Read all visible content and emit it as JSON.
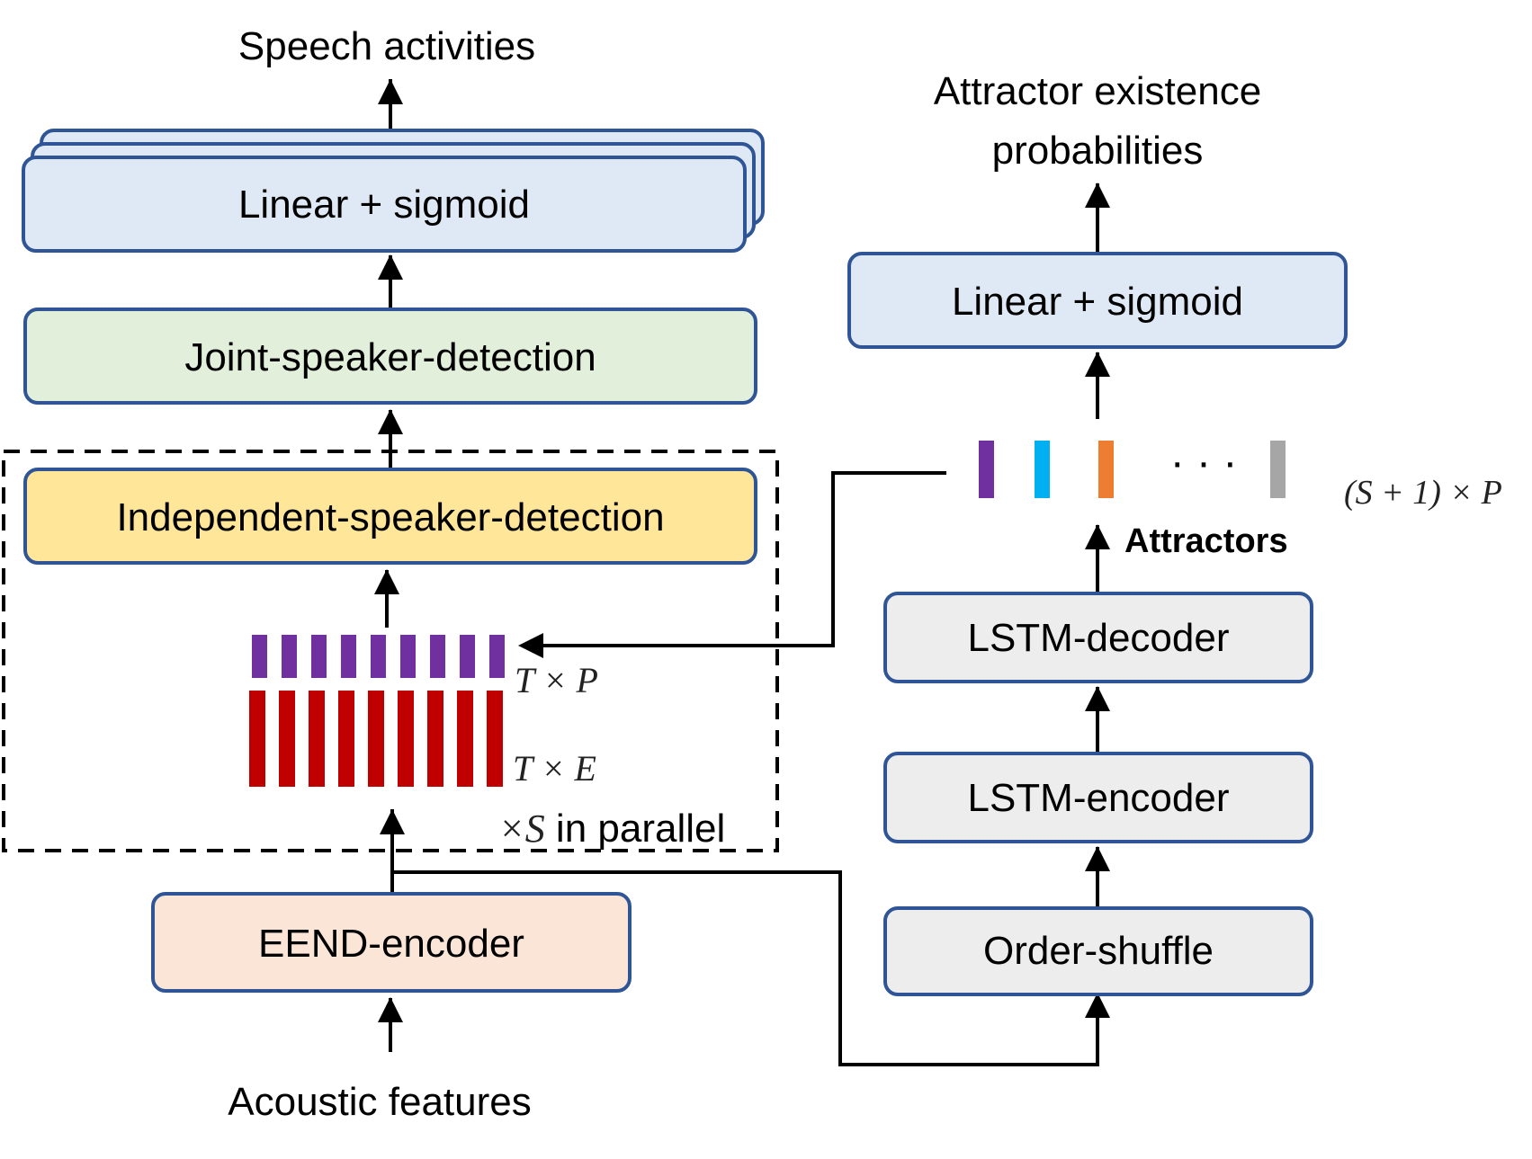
{
  "colors": {
    "blue_box": "#dfe9f5",
    "green_box": "#e2efda",
    "yellow_box": "#ffe699",
    "peach_box": "#fbe5d6",
    "gray_box": "#ededed",
    "box_border": "#2f5597",
    "arrow": "#000000",
    "purple": "#7030a0",
    "red": "#c00000",
    "cyan": "#00b0f0",
    "orange": "#ed7d31",
    "gray_bar": "#a6a6a6"
  },
  "left": {
    "top_label": "Speech activities",
    "linear_sigmoid": "Linear + sigmoid",
    "joint_detection": "Joint-speaker-detection",
    "independent_detection": "Independent-speaker-detection",
    "txp_label": "T × P",
    "txe_label": "T × E",
    "parallel_prefix": "×S",
    "parallel_suffix": " in parallel",
    "eend_encoder": "EEND-encoder",
    "bottom_label": "Acoustic features"
  },
  "right": {
    "top_label_line1": "Attractor existence",
    "top_label_line2": "probabilities",
    "linear_sigmoid": "Linear + sigmoid",
    "ellipsis": "· · ·",
    "attractor_dims": "(S + 1) × P",
    "attractors_label": "Attractors",
    "lstm_decoder": "LSTM-decoder",
    "lstm_encoder": "LSTM-encoder",
    "order_shuffle": "Order-shuffle"
  }
}
